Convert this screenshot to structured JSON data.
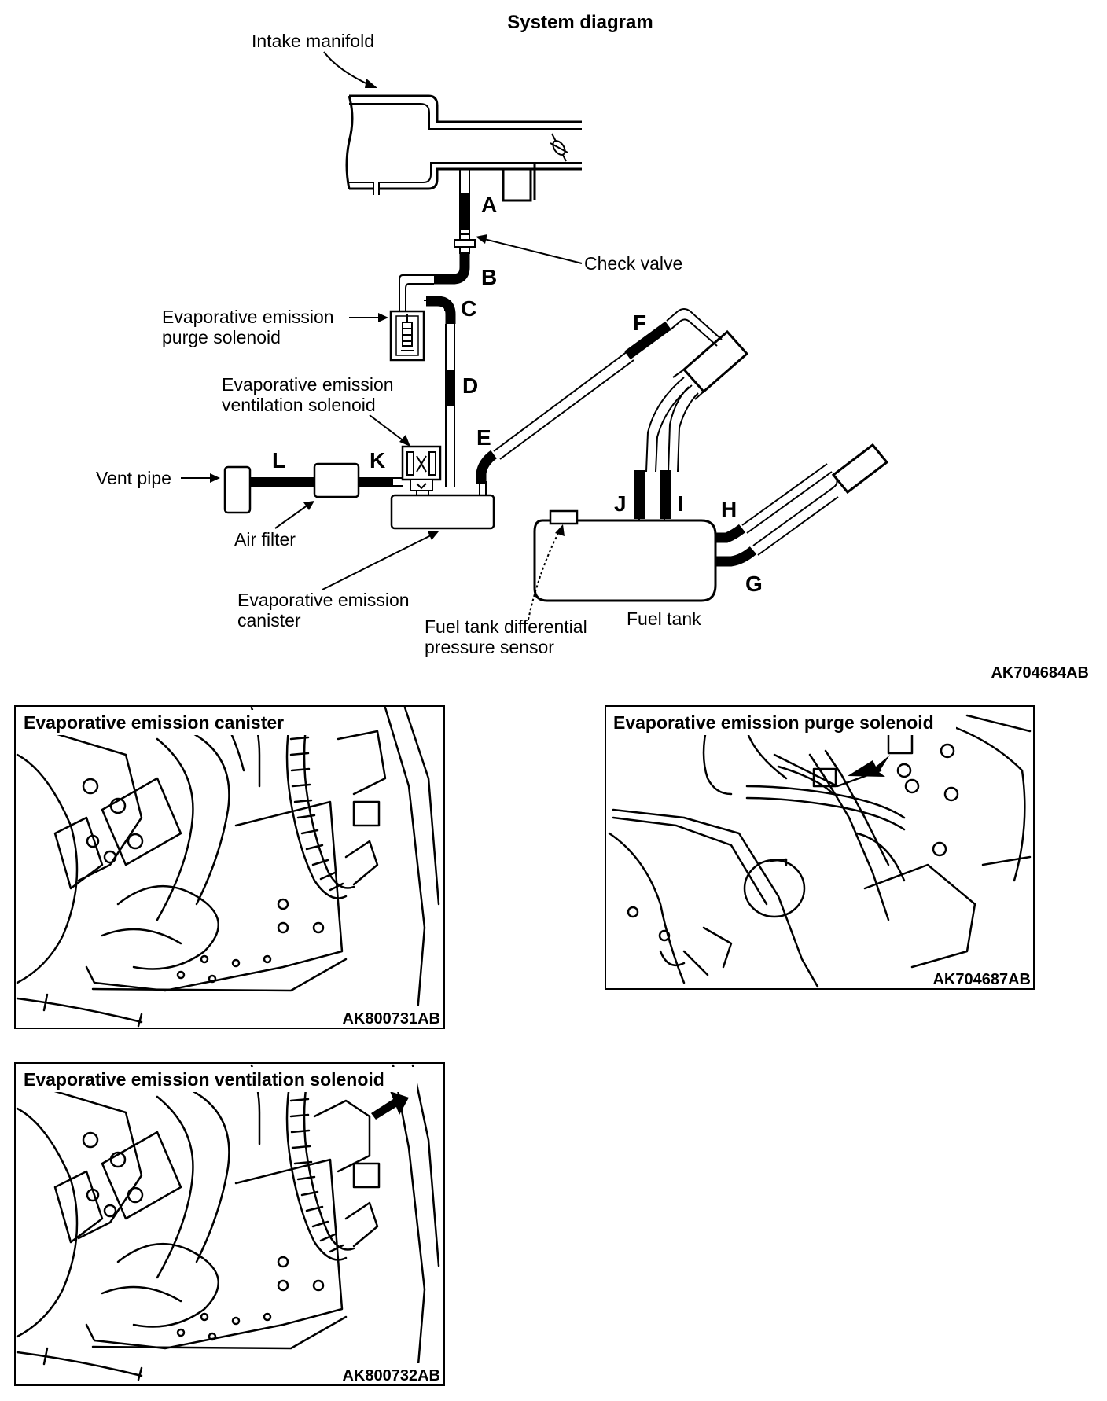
{
  "diagram": {
    "title": "System diagram",
    "code": "AK704684AB",
    "labels": {
      "intake_manifold": "Intake manifold",
      "check_valve": "Check valve",
      "purge_solenoid_1": "Evaporative emission",
      "purge_solenoid_2": "purge solenoid",
      "vent_solenoid_1": "Evaporative emission",
      "vent_solenoid_2": "ventilation solenoid",
      "vent_pipe": "Vent pipe",
      "air_filter": "Air filter",
      "canister_1": "Evaporative emission",
      "canister_2": "canister",
      "pressure_sensor_1": "Fuel tank differential",
      "pressure_sensor_2": "pressure sensor",
      "fuel_tank": "Fuel tank"
    },
    "hoses": [
      "A",
      "B",
      "C",
      "D",
      "E",
      "F",
      "G",
      "H",
      "I",
      "J",
      "K",
      "L"
    ]
  },
  "photos": {
    "canister": {
      "title": "Evaporative emission canister",
      "code": "AK800731AB"
    },
    "purge": {
      "title": "Evaporative emission purge solenoid",
      "code": "AK704687AB"
    },
    "ventilation": {
      "title": "Evaporative emission ventilation solenoid",
      "code": "AK800732AB"
    }
  }
}
